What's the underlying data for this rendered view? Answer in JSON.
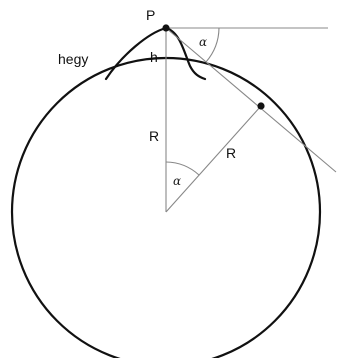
{
  "labels": {
    "peak": "P",
    "mountain": "hegy",
    "height": "h",
    "radius_vertical": "R",
    "radius_slanted": "R",
    "angle_top": "α",
    "angle_center": "α"
  },
  "colors": {
    "stroke": "#111111",
    "line_gray": "#888888",
    "background": "#ffffff"
  }
}
